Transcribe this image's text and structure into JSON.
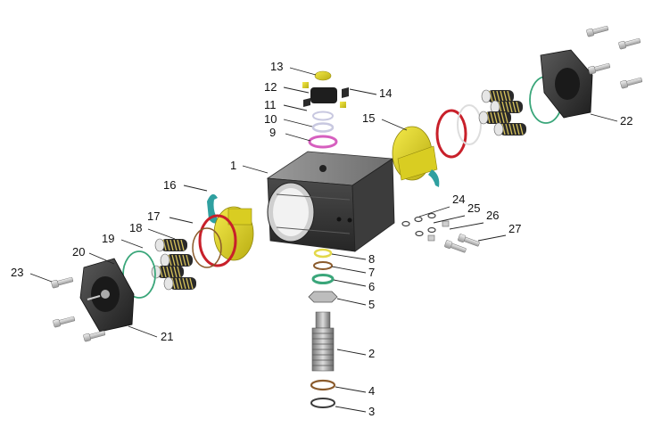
{
  "colors": {
    "yellow": "#e8dc22",
    "yellow_dark": "#b7ab12",
    "dark": "#3a3a3a",
    "metal": "#b5b5b5",
    "red": "#c8202a",
    "green": "#3aa67a",
    "teal": "#2fa0a0",
    "brown": "#8a5a2b",
    "pink": "#d65fbf"
  },
  "part_numbers": [
    "1",
    "2",
    "3",
    "4",
    "5",
    "6",
    "7",
    "8",
    "9",
    "10",
    "11",
    "12",
    "13",
    "14",
    "15",
    "16",
    "17",
    "18",
    "19",
    "20",
    "21",
    "22",
    "23",
    "24",
    "25",
    "26",
    "27"
  ]
}
